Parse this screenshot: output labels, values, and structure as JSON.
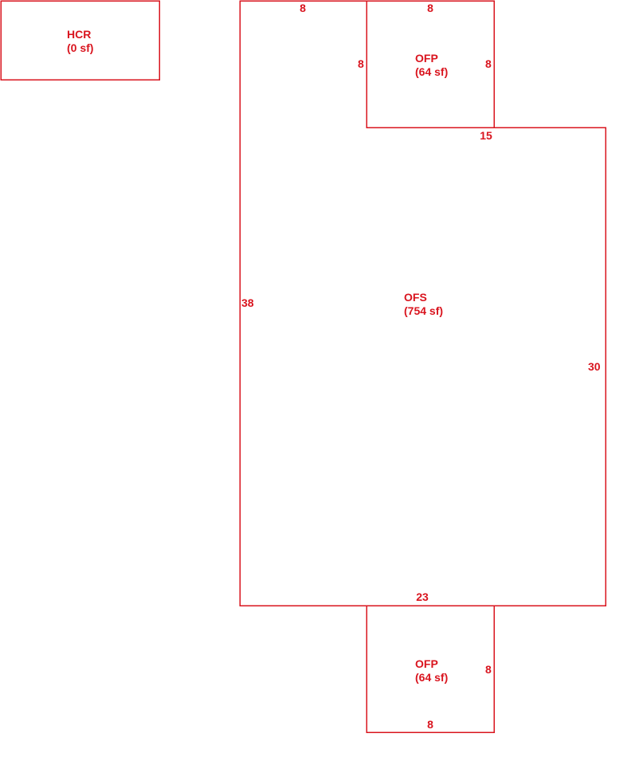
{
  "line_color": "#d9141e",
  "text_color": "#d9141e",
  "areas": {
    "hcr": {
      "name": "HCR",
      "size": "(0 sf)"
    },
    "ofp_top": {
      "name": "OFP",
      "size": "(64 sf)"
    },
    "ofs": {
      "name": "OFS",
      "size": "(754 sf)"
    },
    "ofp_bottom": {
      "name": "OFP",
      "size": "(64 sf)"
    }
  },
  "dimensions": {
    "ofs_top_left": "8",
    "ofp_top_top": "8",
    "ofp_top_left": "8",
    "ofp_top_right": "8",
    "ofs_step": "15",
    "ofs_left": "38",
    "ofs_right": "30",
    "ofs_bottom": "23",
    "ofp_bottom_right": "8",
    "ofp_bottom_bottom": "8"
  }
}
